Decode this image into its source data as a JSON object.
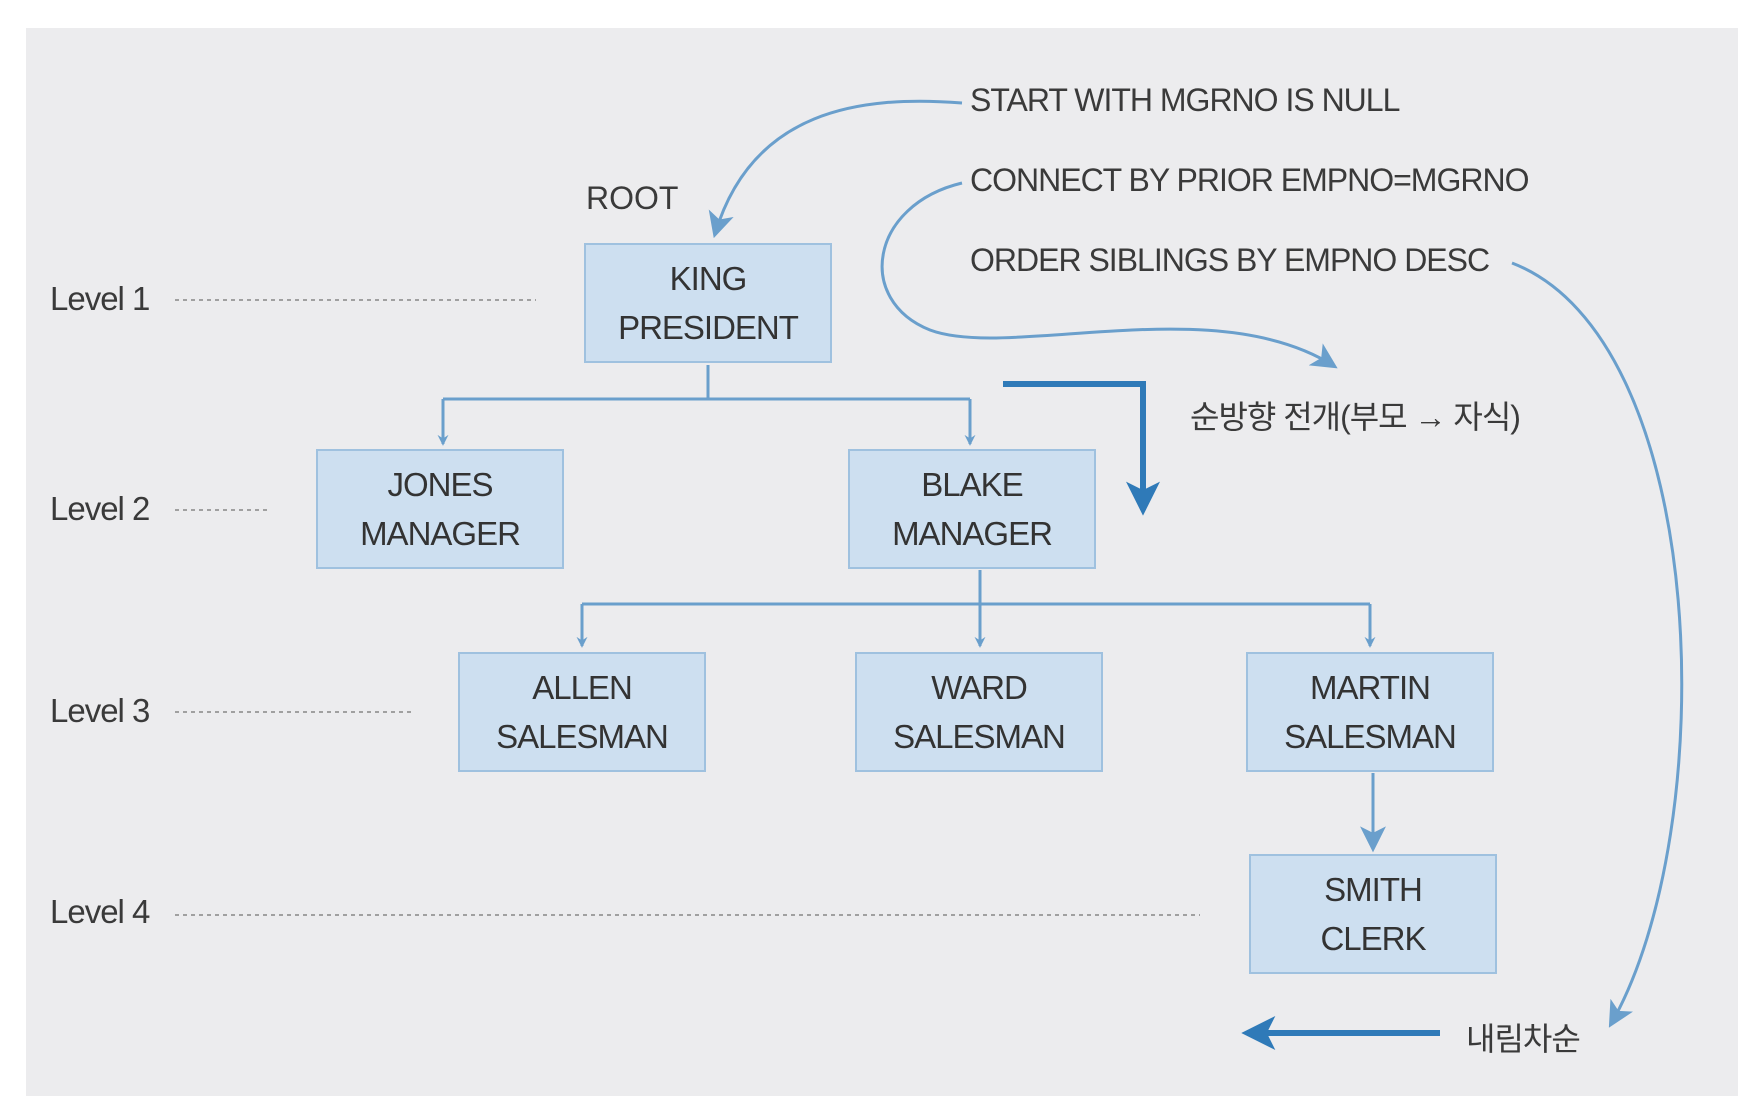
{
  "diagram": {
    "root_label": "ROOT",
    "levels": [
      {
        "id": "level-1",
        "label": "Level 1"
      },
      {
        "id": "level-2",
        "label": "Level 2"
      },
      {
        "id": "level-3",
        "label": "Level 3"
      },
      {
        "id": "level-4",
        "label": "Level 4"
      }
    ],
    "nodes": [
      {
        "id": "king",
        "name": "KING",
        "job": "PRESIDENT",
        "level": 1
      },
      {
        "id": "jones",
        "name": "JONES",
        "job": "MANAGER",
        "level": 2
      },
      {
        "id": "blake",
        "name": "BLAKE",
        "job": "MANAGER",
        "level": 2
      },
      {
        "id": "allen",
        "name": "ALLEN",
        "job": "SALESMAN",
        "level": 3
      },
      {
        "id": "ward",
        "name": "WARD",
        "job": "SALESMAN",
        "level": 3
      },
      {
        "id": "martin",
        "name": "MARTIN",
        "job": "SALESMAN",
        "level": 3
      },
      {
        "id": "smith",
        "name": "SMITH",
        "job": "CLERK",
        "level": 4
      }
    ],
    "edges": [
      {
        "from": "king",
        "to": "jones"
      },
      {
        "from": "king",
        "to": "blake"
      },
      {
        "from": "blake",
        "to": "allen"
      },
      {
        "from": "blake",
        "to": "ward"
      },
      {
        "from": "blake",
        "to": "martin"
      },
      {
        "from": "martin",
        "to": "smith"
      }
    ],
    "sql": {
      "start_with": "START WITH MGRNO IS NULL",
      "connect_by": "CONNECT BY PRIOR EMPNO=MGRNO",
      "order_siblings": "ORDER SIBLINGS BY EMPNO DESC"
    },
    "forward_expansion": "순방향 전개(부모 → 자식)",
    "descending": "내림차순",
    "colors": {
      "node_fill": "#cddff0",
      "node_border": "#9fc1df",
      "connector": "#6a9fcc",
      "strong_arrow": "#2f7ab8",
      "background": "#ececee",
      "guide_line": "#a0a0a0"
    }
  }
}
